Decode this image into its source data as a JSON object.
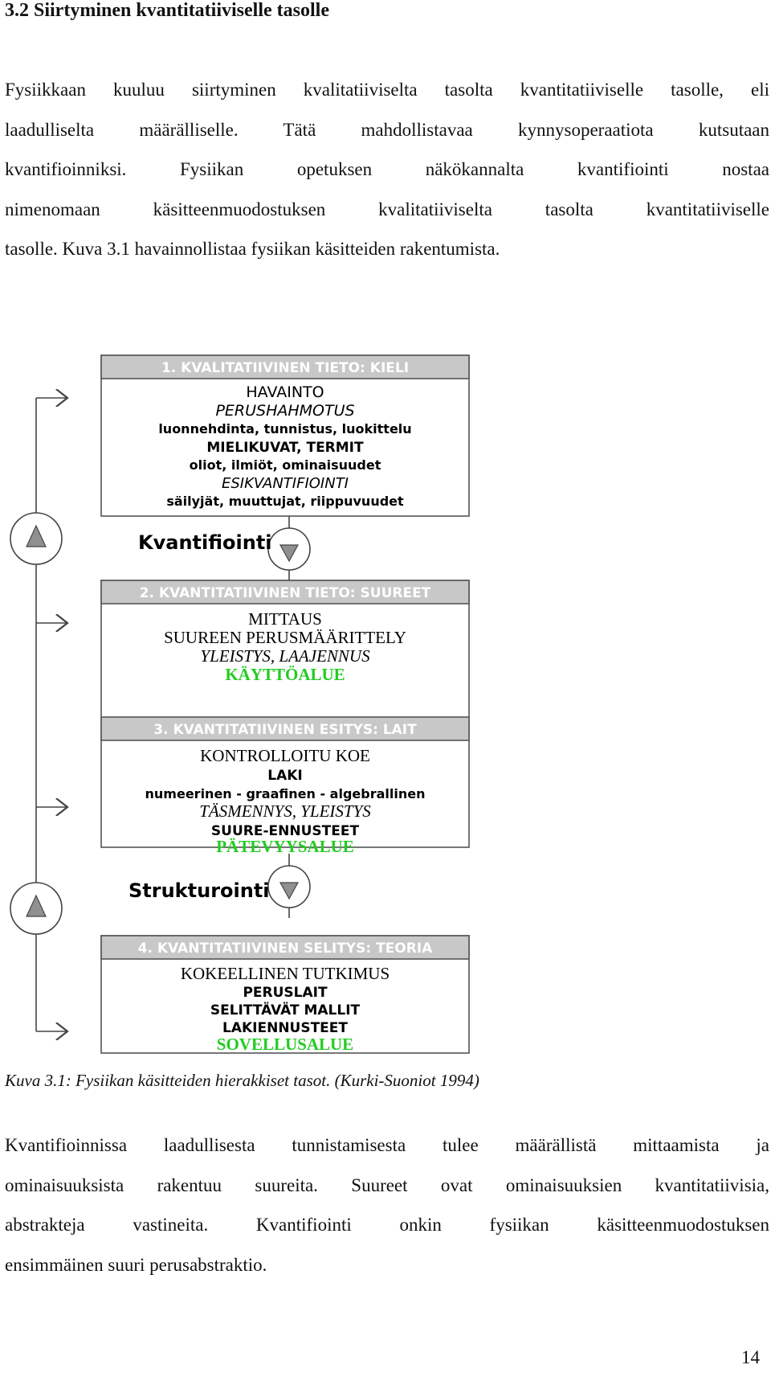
{
  "heading": "3.2 Siirtyminen kvantitatiiviselle tasolle",
  "intro_lines": [
    "Fysiikkaan kuuluu siirtyminen kvalitatiiviselta tasolta kvantitatiiviselle tasolle, eli",
    "laadulliselta määrälliselle. Tätä mahdollistavaa kynnysoperaatiota kutsutaan",
    "kvantifioinniksi. Fysiikan opetuksen näkökannalta kvantifiointi nostaa",
    "nimenomaan käsitteenmuodostuksen kvalitatiiviselta tasolta kvantitatiiviselle",
    "tasolle. Kuva 3.1 havainnollistaa fysiikan käsitteiden rakentumista."
  ],
  "diagram": {
    "box1": {
      "header": "1. KVALITATIIVINEN TIETO: KIELI",
      "lines": [
        "HAVAINTO",
        "PERUSHAHMOTUS",
        "luonnehdinta, tunnistus, luokittelu",
        "MIELIKUVAT, TERMIT",
        "oliot, ilmiöt, ominaisuudet",
        "ESIKVANTIFIOINTI",
        "säilyjät, muuttujat, riippuvuudet"
      ]
    },
    "label_kvantifiointi": "Kvantifiointi",
    "box2": {
      "header": "2. KVANTITATIIVINEN TIETO: SUUREET",
      "lines": [
        "MITTAUS",
        "SUUREEN PERUSMÄÄRITTELY",
        "YLEISTYS, LAAJENNUS",
        "KÄYTTÖALUE"
      ]
    },
    "box3": {
      "header": "3. KVANTITATIIVINEN ESITYS: LAIT",
      "lines": [
        "KONTROLLOITU KOE",
        "LAKI",
        "numeerinen - graafinen - algebrallinen",
        "TÄSMENNYS, YLEISTYS",
        "SUURE-ENNUSTEET",
        "PÄTEVYYSALUE"
      ]
    },
    "label_strukturointi": "Strukturointi",
    "box4": {
      "header": "4. KVANTITATIIVINEN SELITYS: TEORIA",
      "lines": [
        "KOKEELLINEN TUTKIMUS",
        "PERUSLAIT",
        "SELITTÄVÄT MALLIT",
        "LAKIENNUSTEET",
        "SOVELLUSALUE"
      ]
    },
    "colors": {
      "header_bg": "#c8c8c8",
      "green": "#22cc22",
      "frame": "#555555",
      "arrow_fill": "#909090"
    }
  },
  "caption": "Kuva 3.1: Fysiikan käsitteiden hierakkiset tasot. (Kurki-Suoniot 1994)",
  "outro_lines": [
    "Kvantifioinnissa laadullisesta tunnistamisesta tulee määrällistä mittaamista ja",
    "ominaisuuksista rakentuu suureita. Suureet ovat ominaisuuksien kvantitatiivisia,",
    "abstrakteja vastineita. Kvantifiointi onkin fysiikan käsitteenmuodostuksen",
    "ensimmäinen suuri perusabstraktio."
  ],
  "page_number": "14"
}
